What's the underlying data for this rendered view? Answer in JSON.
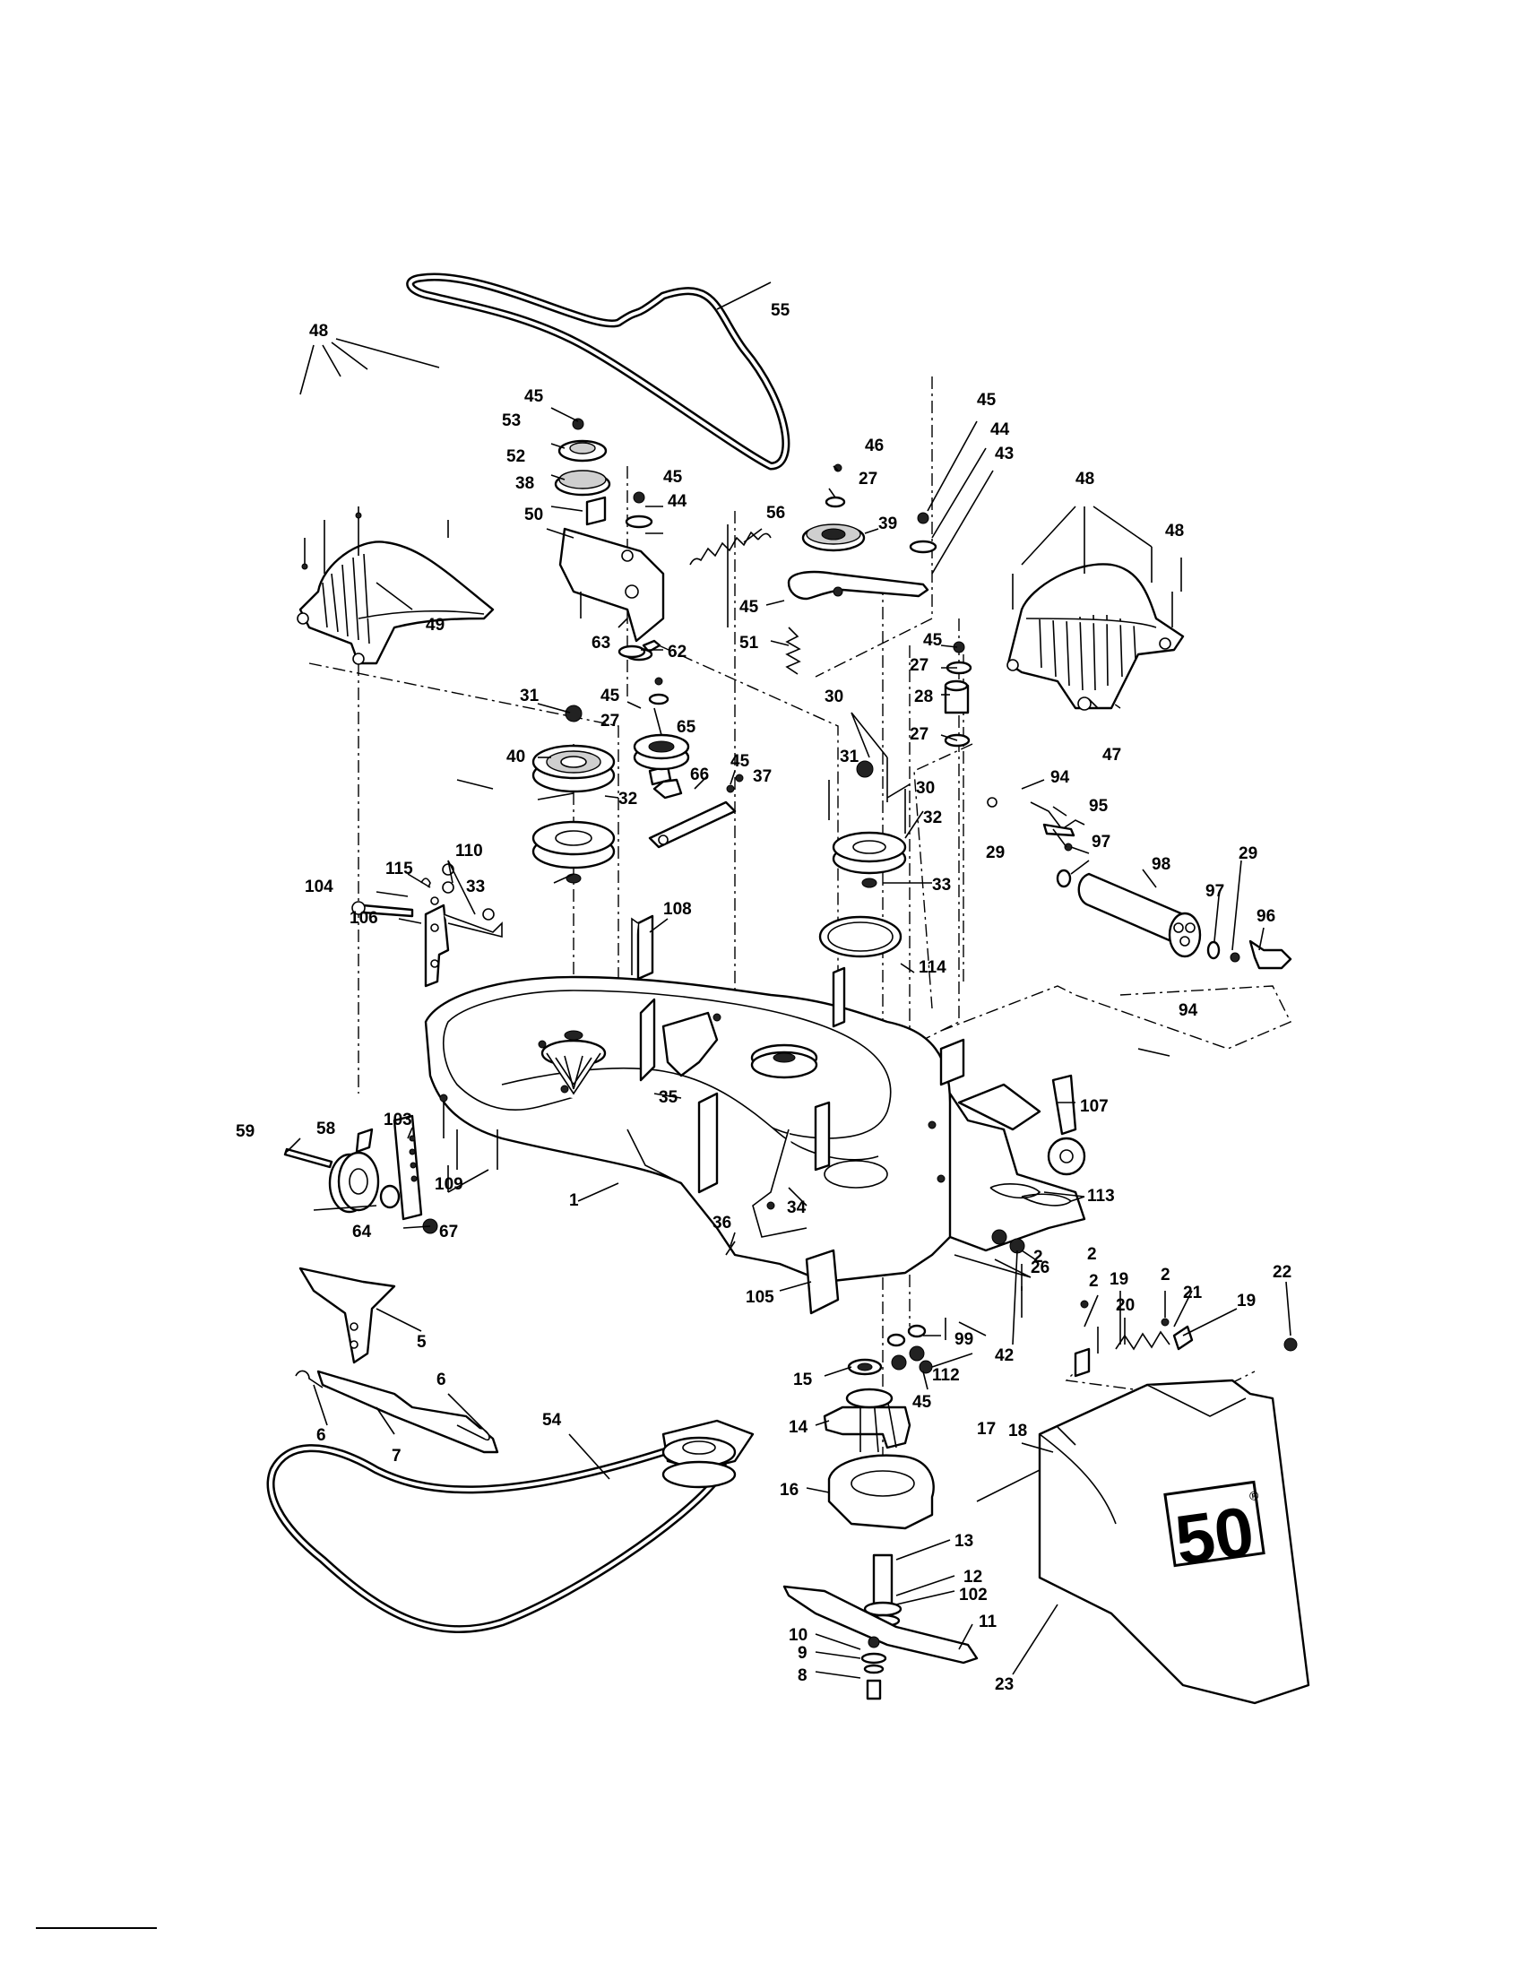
{
  "callouts": [
    "1",
    "2",
    "5",
    "6",
    "7",
    "8",
    "9",
    "10",
    "11",
    "12",
    "13",
    "14",
    "15",
    "16",
    "17",
    "18",
    "19",
    "20",
    "21",
    "22",
    "23",
    "26",
    "27",
    "28",
    "29",
    "30",
    "31",
    "32",
    "33",
    "34",
    "35",
    "36",
    "37",
    "38",
    "39",
    "40",
    "42",
    "43",
    "44",
    "45",
    "46",
    "47",
    "48",
    "49",
    "50",
    "51",
    "52",
    "53",
    "54",
    "55",
    "56",
    "58",
    "59",
    "62",
    "63",
    "64",
    "65",
    "66",
    "67",
    "94",
    "95",
    "96",
    "97",
    "98",
    "99",
    "102",
    "103",
    "104",
    "105",
    "106",
    "107",
    "108",
    "109",
    "110",
    "112",
    "113",
    "114",
    "115"
  ],
  "bag_badge": "50",
  "trademark_mark": "®"
}
